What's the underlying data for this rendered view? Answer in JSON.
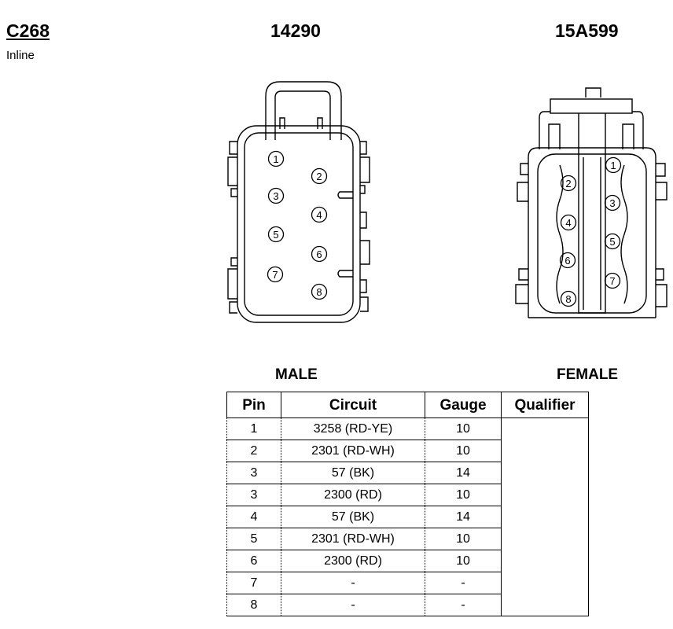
{
  "header": {
    "connector_id": "C268",
    "connector_type": "Inline",
    "male_part_number": "14290",
    "female_part_number": "15A599"
  },
  "labels": {
    "male": "MALE",
    "female": "FEMALE"
  },
  "male_pins": [
    "1",
    "2",
    "3",
    "4",
    "5",
    "6",
    "7",
    "8"
  ],
  "female_pins": [
    "1",
    "2",
    "3",
    "4",
    "5",
    "6",
    "7",
    "8"
  ],
  "table": {
    "columns": [
      "Pin",
      "Circuit",
      "Gauge",
      "Qualifier"
    ],
    "rows": [
      {
        "pin": "1",
        "circuit": "3258 (RD-YE)",
        "gauge": "10",
        "qualifier": ""
      },
      {
        "pin": "2",
        "circuit": "2301 (RD-WH)",
        "gauge": "10",
        "qualifier": ""
      },
      {
        "pin": "3",
        "circuit": "57 (BK)",
        "gauge": "14",
        "qualifier": ""
      },
      {
        "pin": "3",
        "circuit": "2300 (RD)",
        "gauge": "10",
        "qualifier": ""
      },
      {
        "pin": "4",
        "circuit": "57 (BK)",
        "gauge": "14",
        "qualifier": ""
      },
      {
        "pin": "5",
        "circuit": "2301 (RD-WH)",
        "gauge": "10",
        "qualifier": ""
      },
      {
        "pin": "6",
        "circuit": "2300 (RD)",
        "gauge": "10",
        "qualifier": ""
      },
      {
        "pin": "7",
        "circuit": "-",
        "gauge": "-",
        "qualifier": ""
      },
      {
        "pin": "8",
        "circuit": "-",
        "gauge": "-",
        "qualifier": ""
      }
    ]
  }
}
